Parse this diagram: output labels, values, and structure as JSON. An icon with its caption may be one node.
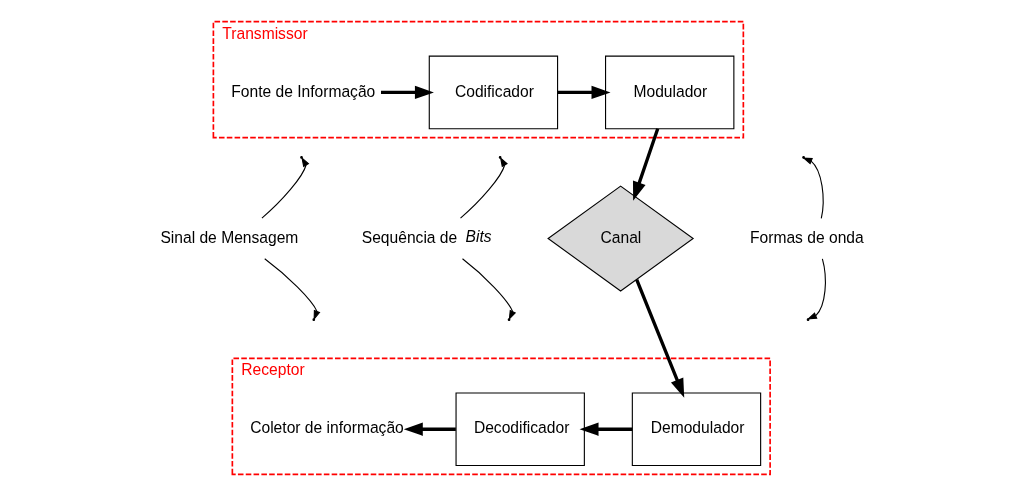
{
  "diagram": {
    "nodes": [
      {
        "text": [
          "Transmissor"
        ]
      },
      {
        "text": [
          "Fonte de Informação"
        ],
        "in": 0
      },
      {
        "text": [
          "Codificador"
        ],
        "in": 0
      },
      {
        "text": [
          "Modulador"
        ],
        "in": 0
      },
      {
        "text": [
          "Canal"
        ]
      },
      {
        "text": [
          "Receptor"
        ]
      },
      {
        "text": [
          "Coletor de informação"
        ],
        "in": 5
      },
      {
        "text": [
          "Decodificador"
        ],
        "in": 5
      },
      {
        "text": [
          "Demodulador"
        ],
        "in": 5
      },
      {
        "text": [
          "Sinal de Mensagem"
        ]
      },
      {
        "text": [
          "Sequência de *Bits*"
        ]
      },
      {
        "text": [
          "Formas de onda"
        ]
      }
    ],
    "edges": [
      {
        "from": 1,
        "to": 2,
        "arrow": "to",
        "style": "thick"
      },
      {
        "from": 2,
        "to": 3,
        "arrow": "to",
        "style": "thick"
      },
      {
        "from": 3,
        "to": 4,
        "arrow": "to",
        "style": "thick"
      },
      {
        "from": 4,
        "to": 8,
        "arrow": "to",
        "style": "thick"
      },
      {
        "from": 8,
        "to": 7,
        "arrow": "to",
        "style": "thick"
      },
      {
        "from": 7,
        "to": 6,
        "arrow": "to",
        "style": "thick"
      },
      {
        "from": 9,
        "to": null,
        "arrow": "to"
      },
      {
        "from": 9,
        "to": null,
        "arrow": "to"
      },
      {
        "from": 10,
        "to": null,
        "arrow": "to"
      },
      {
        "from": 10,
        "to": null,
        "arrow": "to"
      },
      {
        "from": 11,
        "to": null,
        "arrow": "to"
      },
      {
        "from": 11,
        "to": null,
        "arrow": "to"
      }
    ]
  }
}
